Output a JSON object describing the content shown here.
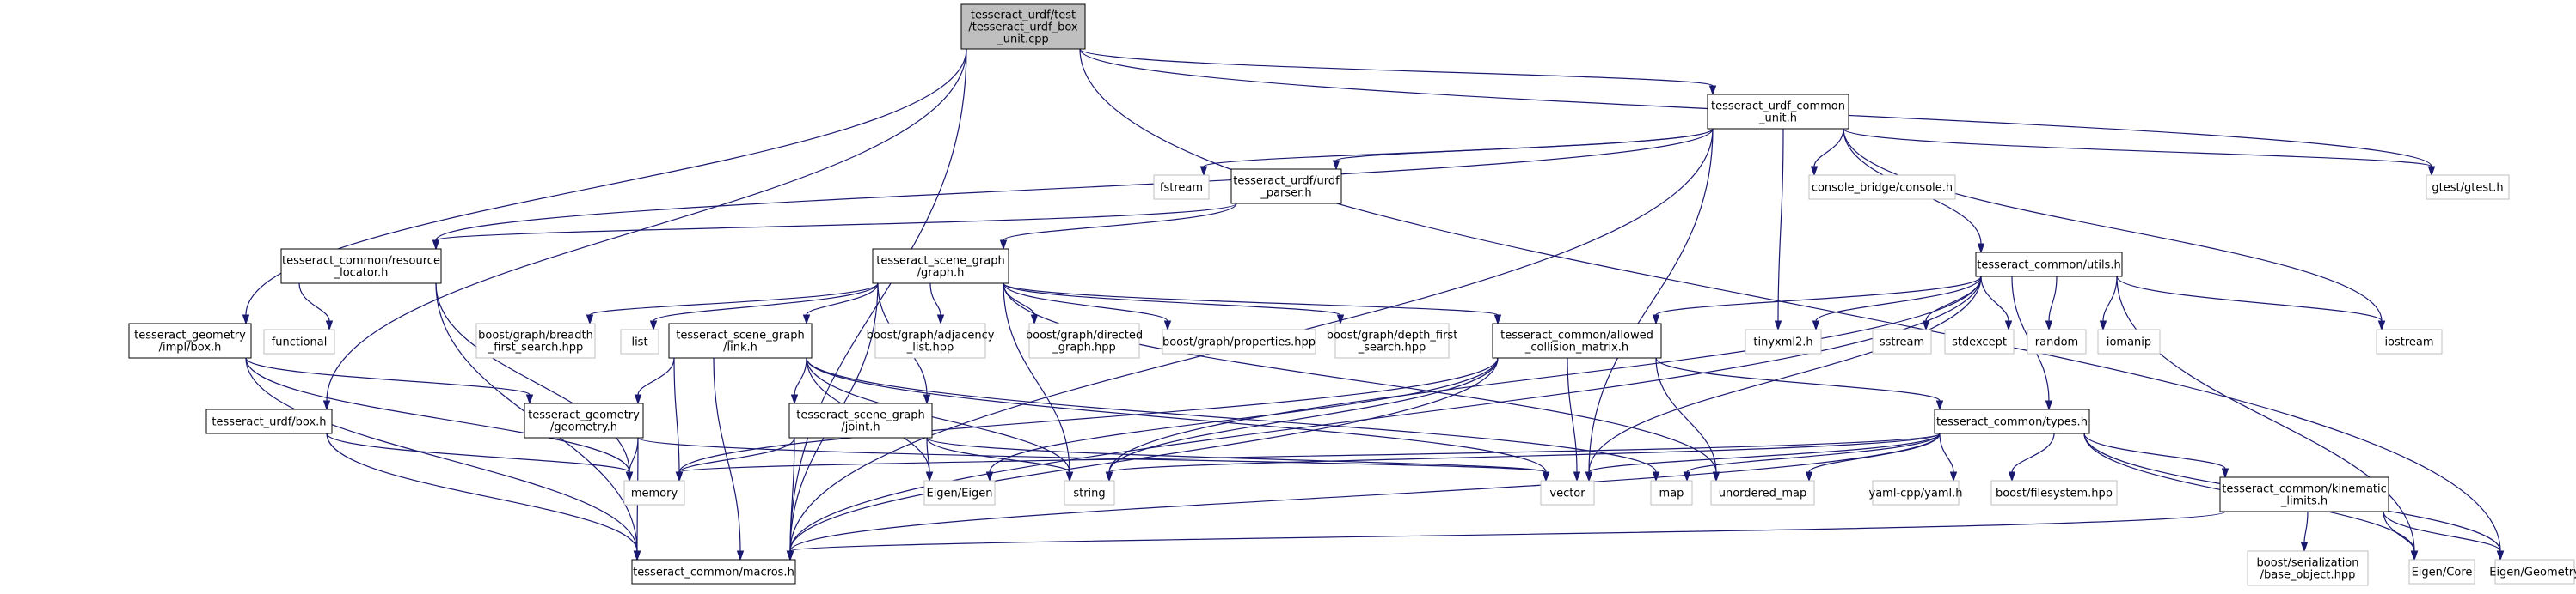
{
  "diagram": {
    "type": "include-dependency-graph",
    "colors": {
      "edge": "#191970",
      "root_fill": "#bfbfbf",
      "local_border": "#000000",
      "external_border": "#bfbfbf"
    },
    "nodes": [
      {
        "id": "root",
        "kind": "root",
        "lines": [
          "tesseract_urdf/test",
          "/tesseract_urdf_box",
          "_unit.cpp"
        ]
      },
      {
        "id": "common_unit",
        "kind": "local",
        "lines": [
          "tesseract_urdf_common",
          "_unit.h"
        ]
      },
      {
        "id": "fstream",
        "kind": "ext",
        "lines": [
          "fstream"
        ]
      },
      {
        "id": "urdf_parser",
        "kind": "local",
        "lines": [
          "tesseract_urdf/urdf",
          "_parser.h"
        ]
      },
      {
        "id": "console",
        "kind": "ext",
        "lines": [
          "console_bridge/console.h"
        ]
      },
      {
        "id": "gtest",
        "kind": "ext",
        "lines": [
          "gtest/gtest.h"
        ]
      },
      {
        "id": "resource_locator",
        "kind": "local",
        "lines": [
          "tesseract_common/resource",
          "_locator.h"
        ]
      },
      {
        "id": "graph",
        "kind": "local",
        "lines": [
          "tesseract_scene_graph",
          "/graph.h"
        ]
      },
      {
        "id": "utils",
        "kind": "local",
        "lines": [
          "tesseract_common/utils.h"
        ]
      },
      {
        "id": "functional",
        "kind": "ext",
        "lines": [
          "functional"
        ]
      },
      {
        "id": "geom_impl_box",
        "kind": "local",
        "lines": [
          "tesseract_geometry",
          "/impl/box.h"
        ]
      },
      {
        "id": "bfs",
        "kind": "ext",
        "lines": [
          "boost/graph/breadth",
          "_first_search.hpp"
        ]
      },
      {
        "id": "list",
        "kind": "ext",
        "lines": [
          "list"
        ]
      },
      {
        "id": "link",
        "kind": "local",
        "lines": [
          "tesseract_scene_graph",
          "/link.h"
        ]
      },
      {
        "id": "adjacency",
        "kind": "ext",
        "lines": [
          "boost/graph/adjacency",
          "_list.hpp"
        ]
      },
      {
        "id": "directed",
        "kind": "ext",
        "lines": [
          "boost/graph/directed",
          "_graph.hpp"
        ]
      },
      {
        "id": "properties",
        "kind": "ext",
        "lines": [
          "boost/graph/properties.hpp"
        ]
      },
      {
        "id": "dfs",
        "kind": "ext",
        "lines": [
          "boost/graph/depth_first",
          "_search.hpp"
        ]
      },
      {
        "id": "acm",
        "kind": "local",
        "lines": [
          "tesseract_common/allowed",
          "_collision_matrix.h"
        ]
      },
      {
        "id": "tinyxml",
        "kind": "ext",
        "lines": [
          "tinyxml2.h"
        ]
      },
      {
        "id": "sstream",
        "kind": "ext",
        "lines": [
          "sstream"
        ]
      },
      {
        "id": "stdexcept",
        "kind": "ext",
        "lines": [
          "stdexcept"
        ]
      },
      {
        "id": "random",
        "kind": "ext",
        "lines": [
          "random"
        ]
      },
      {
        "id": "iomanip",
        "kind": "ext",
        "lines": [
          "iomanip"
        ]
      },
      {
        "id": "iostream",
        "kind": "ext",
        "lines": [
          "iostream"
        ]
      },
      {
        "id": "urdf_box",
        "kind": "local",
        "lines": [
          "tesseract_urdf/box.h"
        ]
      },
      {
        "id": "geometry",
        "kind": "local",
        "lines": [
          "tesseract_geometry",
          "/geometry.h"
        ]
      },
      {
        "id": "joint",
        "kind": "local",
        "lines": [
          "tesseract_scene_graph",
          "/joint.h"
        ]
      },
      {
        "id": "types",
        "kind": "local",
        "lines": [
          "tesseract_common/types.h"
        ]
      },
      {
        "id": "memory",
        "kind": "ext",
        "lines": [
          "memory"
        ]
      },
      {
        "id": "eigen",
        "kind": "ext",
        "lines": [
          "Eigen/Eigen"
        ]
      },
      {
        "id": "string",
        "kind": "ext",
        "lines": [
          "string"
        ]
      },
      {
        "id": "vector",
        "kind": "ext",
        "lines": [
          "vector"
        ]
      },
      {
        "id": "map",
        "kind": "ext",
        "lines": [
          "map"
        ]
      },
      {
        "id": "unordered_map",
        "kind": "ext",
        "lines": [
          "unordered_map"
        ]
      },
      {
        "id": "yaml",
        "kind": "ext",
        "lines": [
          "yaml-cpp/yaml.h"
        ]
      },
      {
        "id": "filesystem",
        "kind": "ext",
        "lines": [
          "boost/filesystem.hpp"
        ]
      },
      {
        "id": "kinematic",
        "kind": "local",
        "lines": [
          "tesseract_common/kinematic",
          "_limits.h"
        ]
      },
      {
        "id": "macros",
        "kind": "local",
        "lines": [
          "tesseract_common/macros.h"
        ]
      },
      {
        "id": "serialization",
        "kind": "ext",
        "lines": [
          "boost/serialization",
          "/base_object.hpp"
        ]
      },
      {
        "id": "eigen_core",
        "kind": "ext",
        "lines": [
          "Eigen/Core"
        ]
      },
      {
        "id": "eigen_geometry",
        "kind": "ext",
        "lines": [
          "Eigen/Geometry"
        ]
      }
    ],
    "edges": [
      [
        "root",
        "common_unit"
      ],
      [
        "root",
        "gtest"
      ],
      [
        "root",
        "geom_impl_box"
      ],
      [
        "root",
        "urdf_box"
      ],
      [
        "root",
        "macros"
      ],
      [
        "root",
        "eigen_geometry"
      ],
      [
        "common_unit",
        "fstream"
      ],
      [
        "common_unit",
        "urdf_parser"
      ],
      [
        "common_unit",
        "console"
      ],
      [
        "common_unit",
        "gtest"
      ],
      [
        "common_unit",
        "resource_locator"
      ],
      [
        "common_unit",
        "utils"
      ],
      [
        "common_unit",
        "tinyxml"
      ],
      [
        "common_unit",
        "iostream"
      ],
      [
        "common_unit",
        "vector"
      ],
      [
        "common_unit",
        "macros"
      ],
      [
        "urdf_parser",
        "graph"
      ],
      [
        "urdf_parser",
        "resource_locator"
      ],
      [
        "resource_locator",
        "functional"
      ],
      [
        "resource_locator",
        "memory"
      ],
      [
        "resource_locator",
        "macros"
      ],
      [
        "graph",
        "bfs"
      ],
      [
        "graph",
        "list"
      ],
      [
        "graph",
        "link"
      ],
      [
        "graph",
        "adjacency"
      ],
      [
        "graph",
        "directed"
      ],
      [
        "graph",
        "properties"
      ],
      [
        "graph",
        "dfs"
      ],
      [
        "graph",
        "acm"
      ],
      [
        "graph",
        "joint"
      ],
      [
        "graph",
        "string"
      ],
      [
        "graph",
        "unordered_map"
      ],
      [
        "graph",
        "macros"
      ],
      [
        "utils",
        "acm"
      ],
      [
        "utils",
        "tinyxml"
      ],
      [
        "utils",
        "sstream"
      ],
      [
        "utils",
        "stdexcept"
      ],
      [
        "utils",
        "random"
      ],
      [
        "utils",
        "iomanip"
      ],
      [
        "utils",
        "iostream"
      ],
      [
        "utils",
        "types"
      ],
      [
        "utils",
        "vector"
      ],
      [
        "utils",
        "string"
      ],
      [
        "utils",
        "eigen_core"
      ],
      [
        "utils",
        "macros"
      ],
      [
        "geom_impl_box",
        "geometry"
      ],
      [
        "geom_impl_box",
        "memory"
      ],
      [
        "geom_impl_box",
        "macros"
      ],
      [
        "link",
        "geometry"
      ],
      [
        "link",
        "joint"
      ],
      [
        "link",
        "memory"
      ],
      [
        "link",
        "eigen"
      ],
      [
        "link",
        "string"
      ],
      [
        "link",
        "vector"
      ],
      [
        "link",
        "map"
      ],
      [
        "link",
        "macros"
      ],
      [
        "acm",
        "types"
      ],
      [
        "acm",
        "memory"
      ],
      [
        "acm",
        "eigen"
      ],
      [
        "acm",
        "string"
      ],
      [
        "acm",
        "vector"
      ],
      [
        "acm",
        "unordered_map"
      ],
      [
        "acm",
        "macros"
      ],
      [
        "urdf_box",
        "memory"
      ],
      [
        "urdf_box",
        "macros"
      ],
      [
        "geometry",
        "memory"
      ],
      [
        "geometry",
        "vector"
      ],
      [
        "geometry",
        "macros"
      ],
      [
        "joint",
        "memory"
      ],
      [
        "joint",
        "eigen"
      ],
      [
        "joint",
        "string"
      ],
      [
        "joint",
        "vector"
      ],
      [
        "joint",
        "macros"
      ],
      [
        "types",
        "memory"
      ],
      [
        "types",
        "string"
      ],
      [
        "types",
        "vector"
      ],
      [
        "types",
        "map"
      ],
      [
        "types",
        "unordered_map"
      ],
      [
        "types",
        "yaml"
      ],
      [
        "types",
        "filesystem"
      ],
      [
        "types",
        "kinematic"
      ],
      [
        "types",
        "macros"
      ],
      [
        "types",
        "eigen_core"
      ],
      [
        "types",
        "eigen_geometry"
      ],
      [
        "kinematic",
        "serialization"
      ],
      [
        "kinematic",
        "eigen_core"
      ],
      [
        "kinematic",
        "eigen_geometry"
      ],
      [
        "kinematic",
        "macros"
      ]
    ]
  }
}
